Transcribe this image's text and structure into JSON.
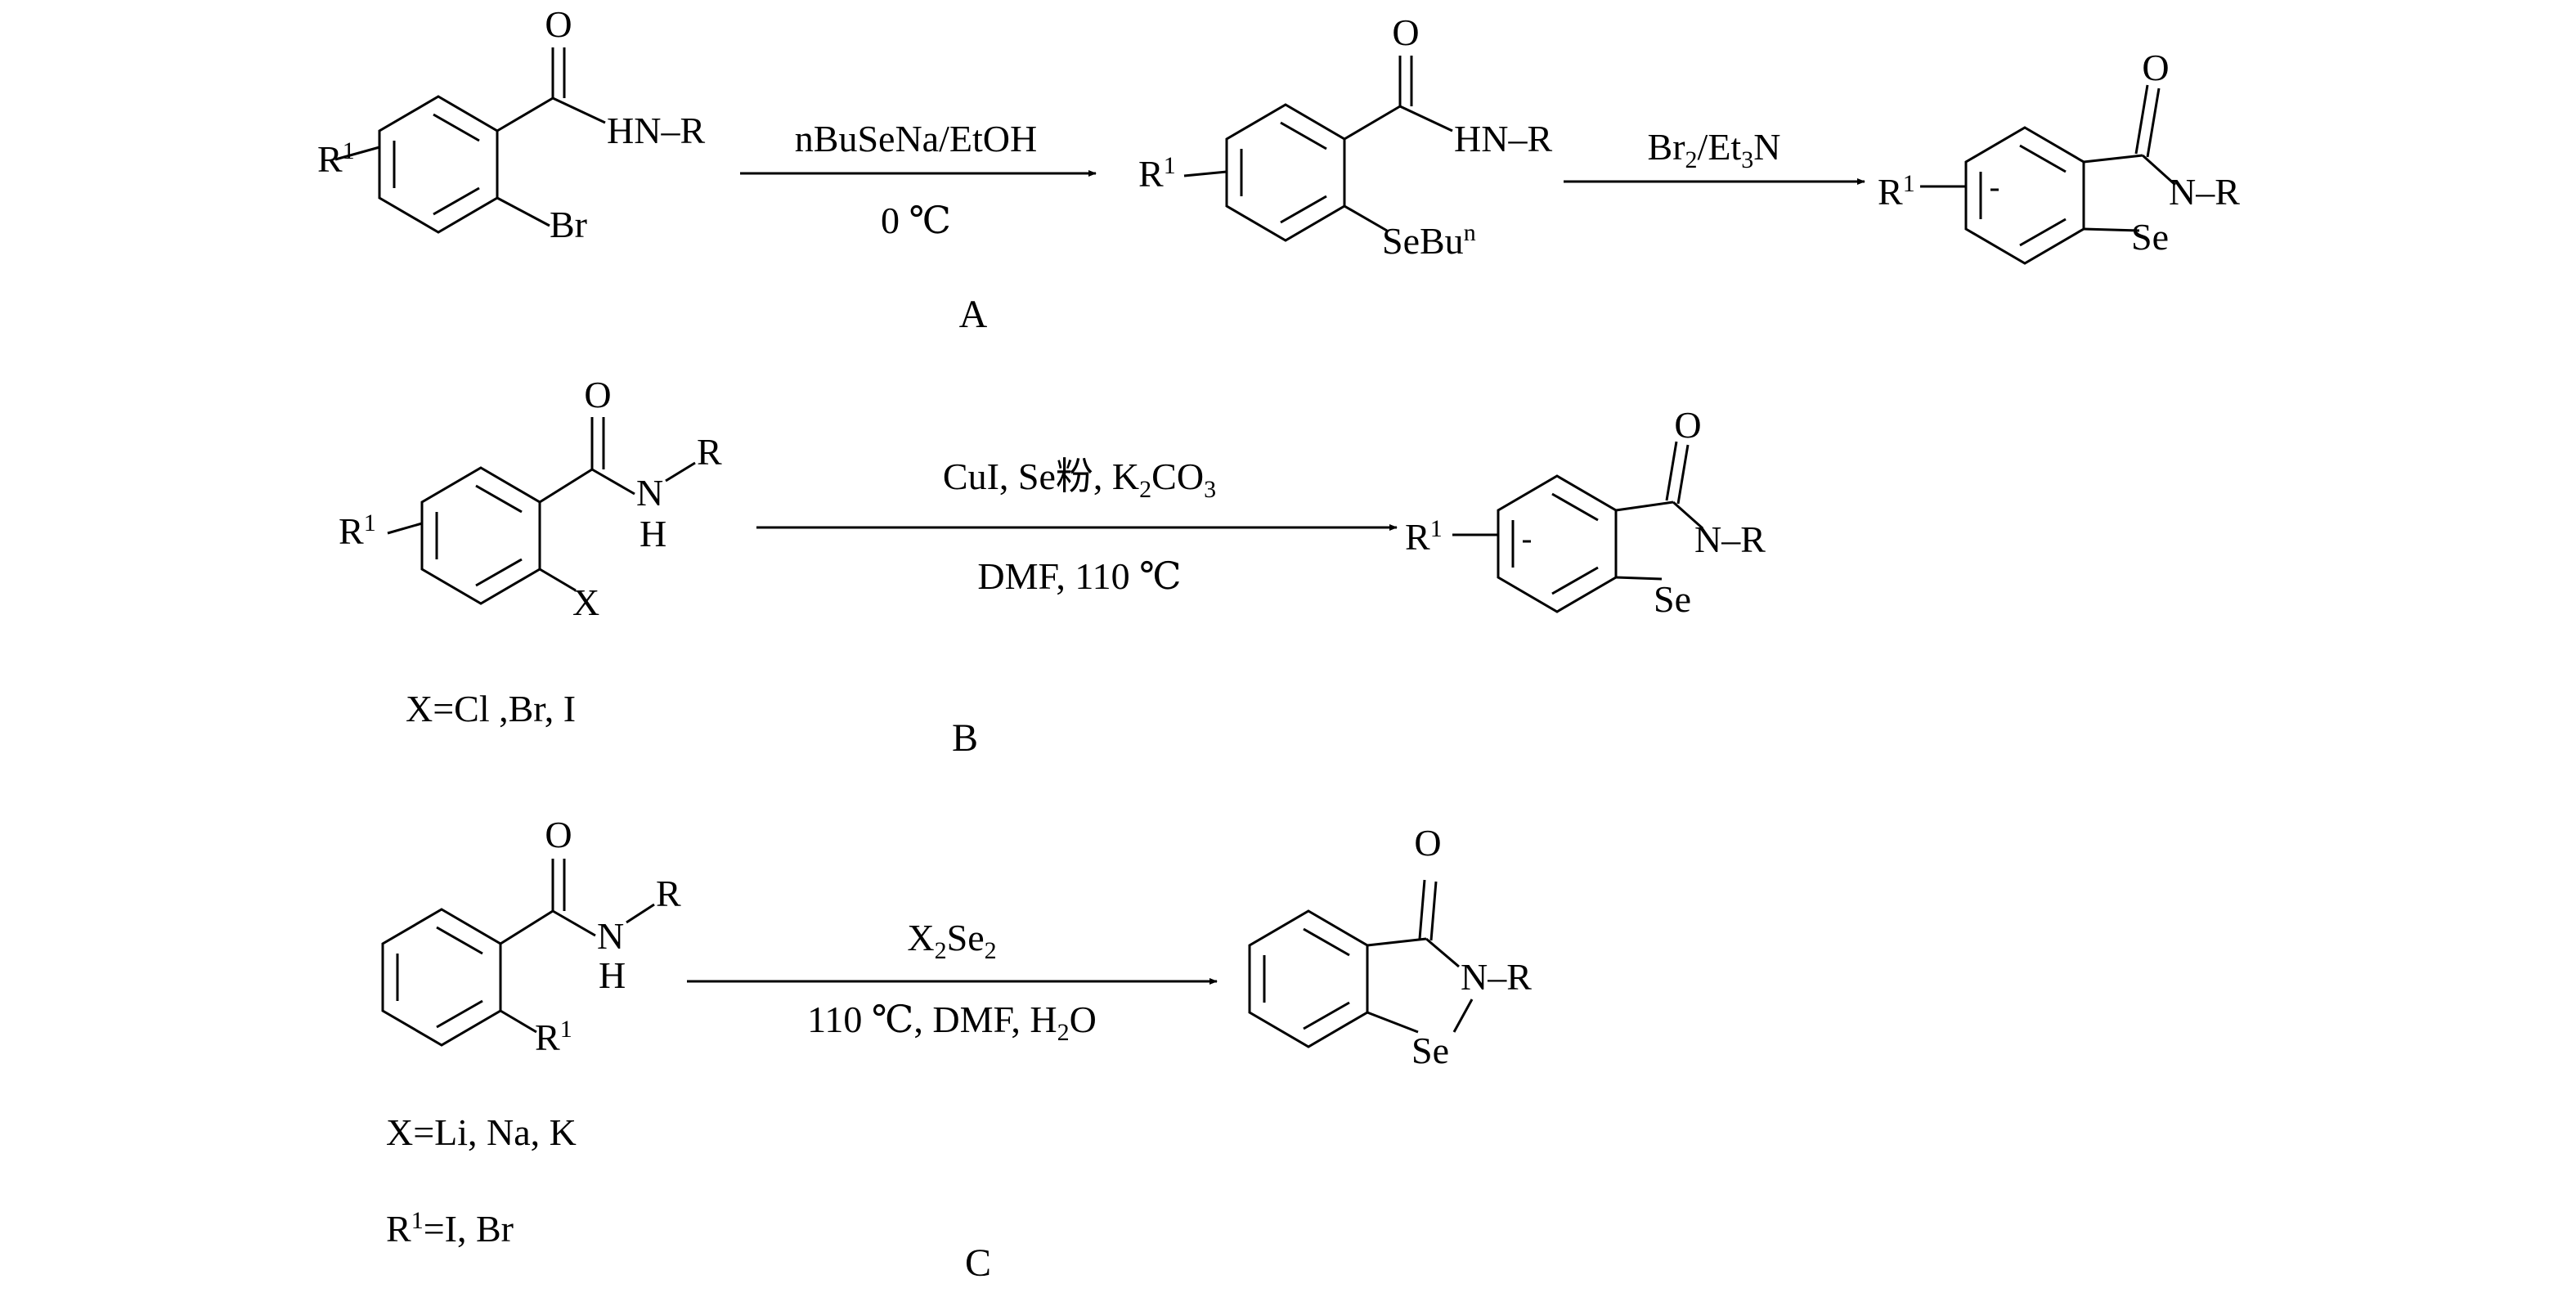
{
  "reactions": [
    {
      "id": "A",
      "label": "A",
      "reagent_above": "nBuSeNa/EtOH",
      "reagent_below": "0 ℃",
      "reagent_step2": "Br2/Et3N",
      "start": {
        "substituent": "R1",
        "amide": "HN–R",
        "oxygen": "O",
        "leaving_group": "Br"
      },
      "intermediate": {
        "substituent": "R1",
        "amide": "HN–R",
        "oxygen": "O",
        "ortho_group": "SeBun"
      },
      "product": {
        "substituent": "R1",
        "oxygen": "O",
        "nitrogen": "N–R",
        "selenium": "Se"
      }
    },
    {
      "id": "B",
      "label": "B",
      "reagent_above": "CuI, Se粉, K2CO3",
      "reagent_below": "DMF, 110 ℃",
      "note": "X=Cl ,Br, I",
      "start": {
        "substituent": "R1",
        "oxygen": "O",
        "nitrogen": "N",
        "hydrogen": "H",
        "r_group": "R",
        "leaving_group": "X"
      },
      "product": {
        "substituent": "R1",
        "oxygen": "O",
        "nitrogen": "N–R",
        "selenium": "Se"
      }
    },
    {
      "id": "C",
      "label": "C",
      "reagent_above": "X2Se2",
      "reagent_below": "110 ℃, DMF, H2O",
      "notes": [
        "X=Li, Na, K",
        "R1=I, Br"
      ],
      "start": {
        "substituent": "R1",
        "oxygen": "O",
        "nitrogen": "N",
        "hydrogen": "H",
        "r_group": "R"
      },
      "product": {
        "oxygen": "O",
        "nitrogen": "N–R",
        "selenium": "Se"
      }
    }
  ]
}
